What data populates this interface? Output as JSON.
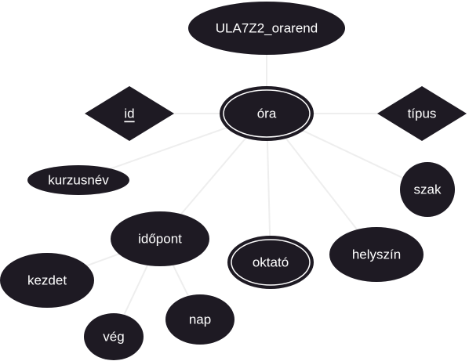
{
  "diagram": {
    "root_entity": "ULA7Z2_orarend",
    "entity": "óra",
    "attributes": {
      "id": "id",
      "tipus": "típus",
      "kurzusnev": "kurzusnév",
      "szak": "szak",
      "idopont": "időpont",
      "oktato": "oktató",
      "helyszin": "helyszín",
      "kezdet": "kezdet",
      "veg": "vég",
      "nap": "nap"
    },
    "colors": {
      "shape_fill": "#1e1a23",
      "text": "#ffffff",
      "edge": "#eeeeee",
      "background": "#ffffff"
    }
  }
}
